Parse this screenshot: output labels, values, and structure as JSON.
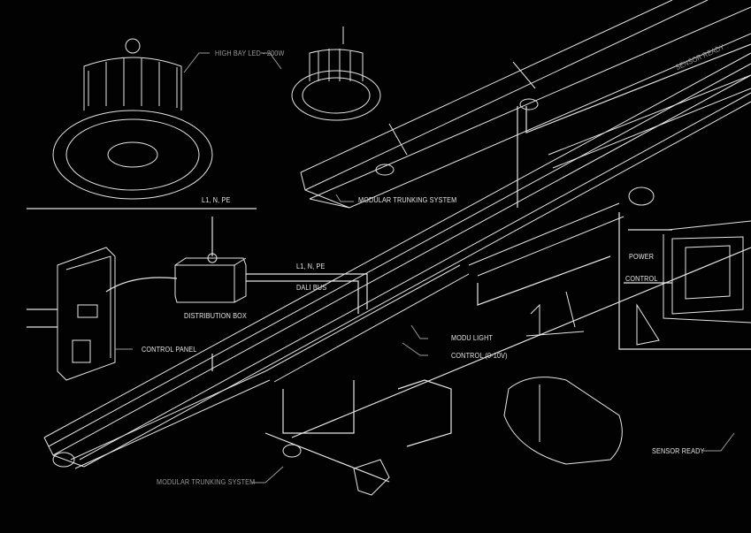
{
  "colors": {
    "background": "#020202",
    "line": "#e6e6e6",
    "label": "#e8e8e8",
    "label_dim": "#9a9a9a"
  },
  "labels": {
    "high_bay": "HIGH BAY LED - 200W",
    "sensor_ready_top": "SENSOR READY",
    "l1_top": "L1, N, PE",
    "trunking_top": "MODULAR TRUNKING SYSTEM",
    "l1_mid": "L1, N, PE",
    "dali_bus": "DALI BUS",
    "distribution_box": "DISTRIBUTION BOX",
    "control_panel": "CONTROL PANEL",
    "modu_light": "MODU LIGHT",
    "control_0_10v": "CONTROL (0-10V)",
    "power": "POWER",
    "control": "CONTROL",
    "sensor_ready_bottom": "SENSOR READY",
    "trunking_bottom": "MODULAR TRUNKING SYSTEM"
  }
}
